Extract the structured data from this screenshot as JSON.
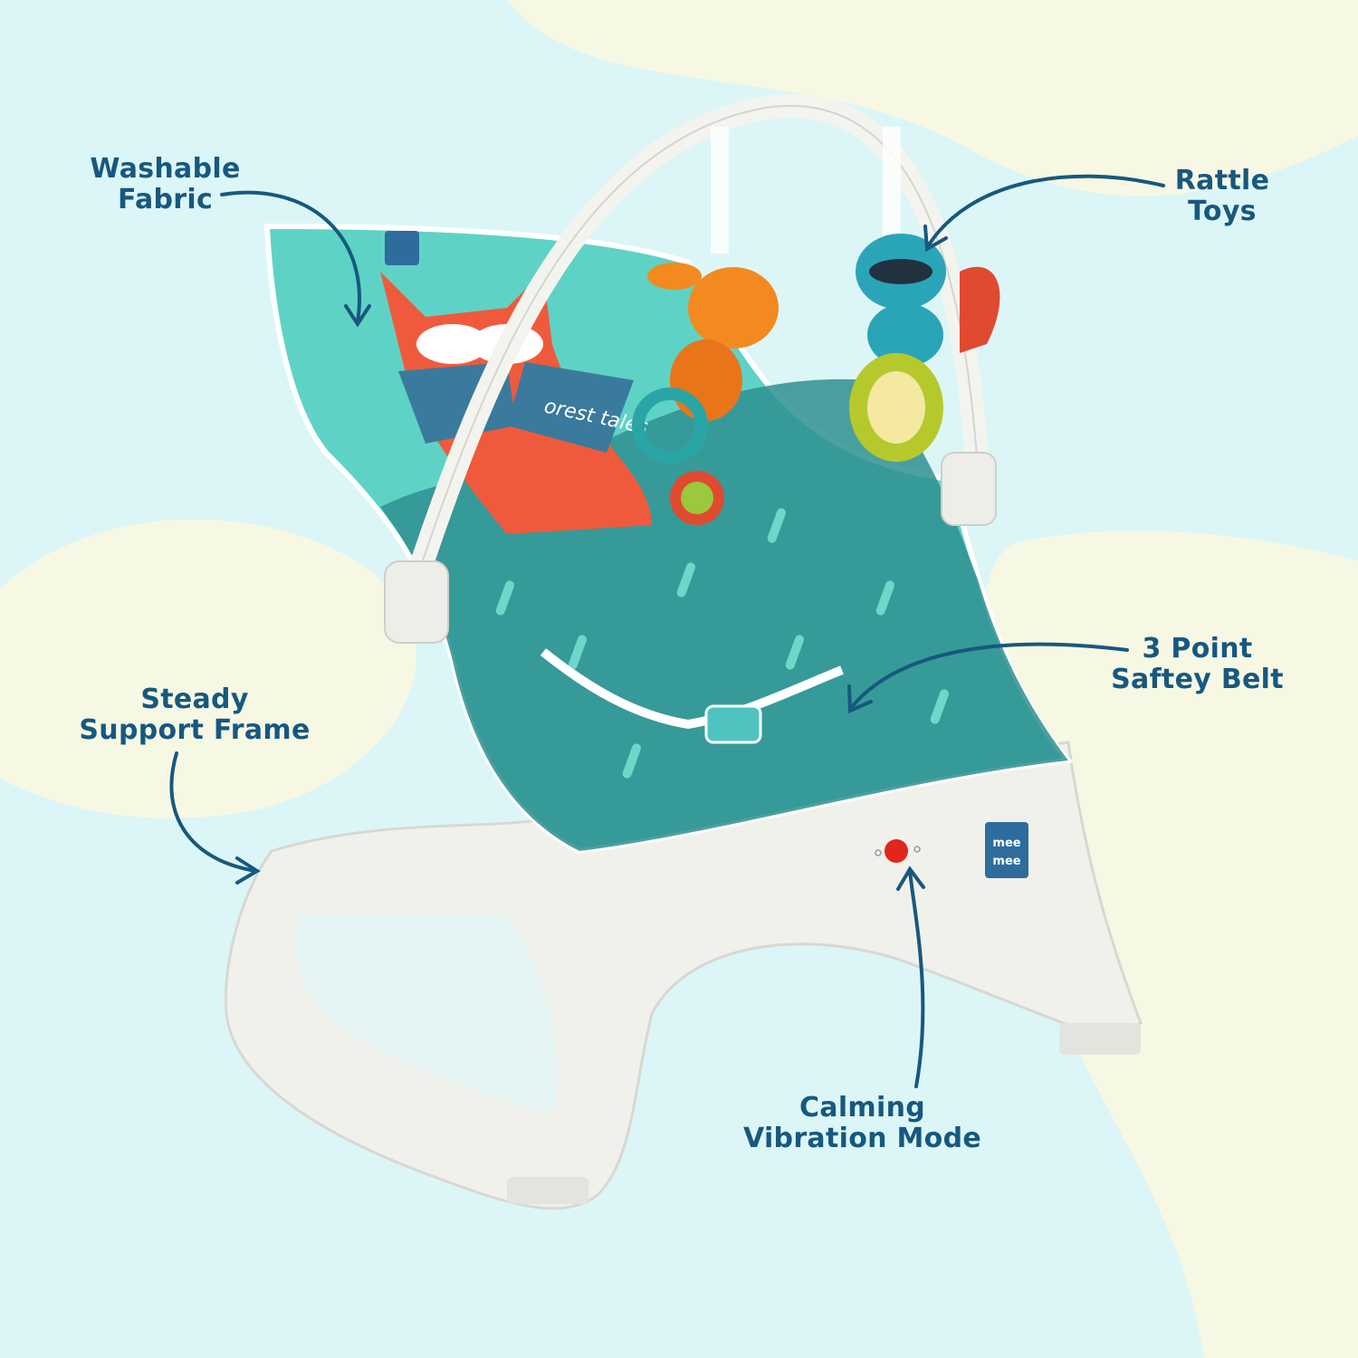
{
  "brand": {
    "logo_text": "mee mee"
  },
  "fabric_print_text": "orest tales",
  "callouts": [
    {
      "line1": "Washable",
      "line2": "Fabric"
    },
    {
      "line1": "Rattle",
      "line2": "Toys"
    },
    {
      "line1": "3 Point",
      "line2": "Saftey Belt"
    },
    {
      "line1": "Steady",
      "line2": "Support Frame"
    },
    {
      "line1": "Calming",
      "line2": "Vibration Mode"
    }
  ],
  "colors": {
    "text": "#17587f",
    "background": "#dcf6f7",
    "blob": "#f7f8e4",
    "fabric": "#5ed3c5",
    "fabric_dark": "#2f8f91",
    "frame": "#f1f1ec",
    "button": "#e0261d"
  }
}
